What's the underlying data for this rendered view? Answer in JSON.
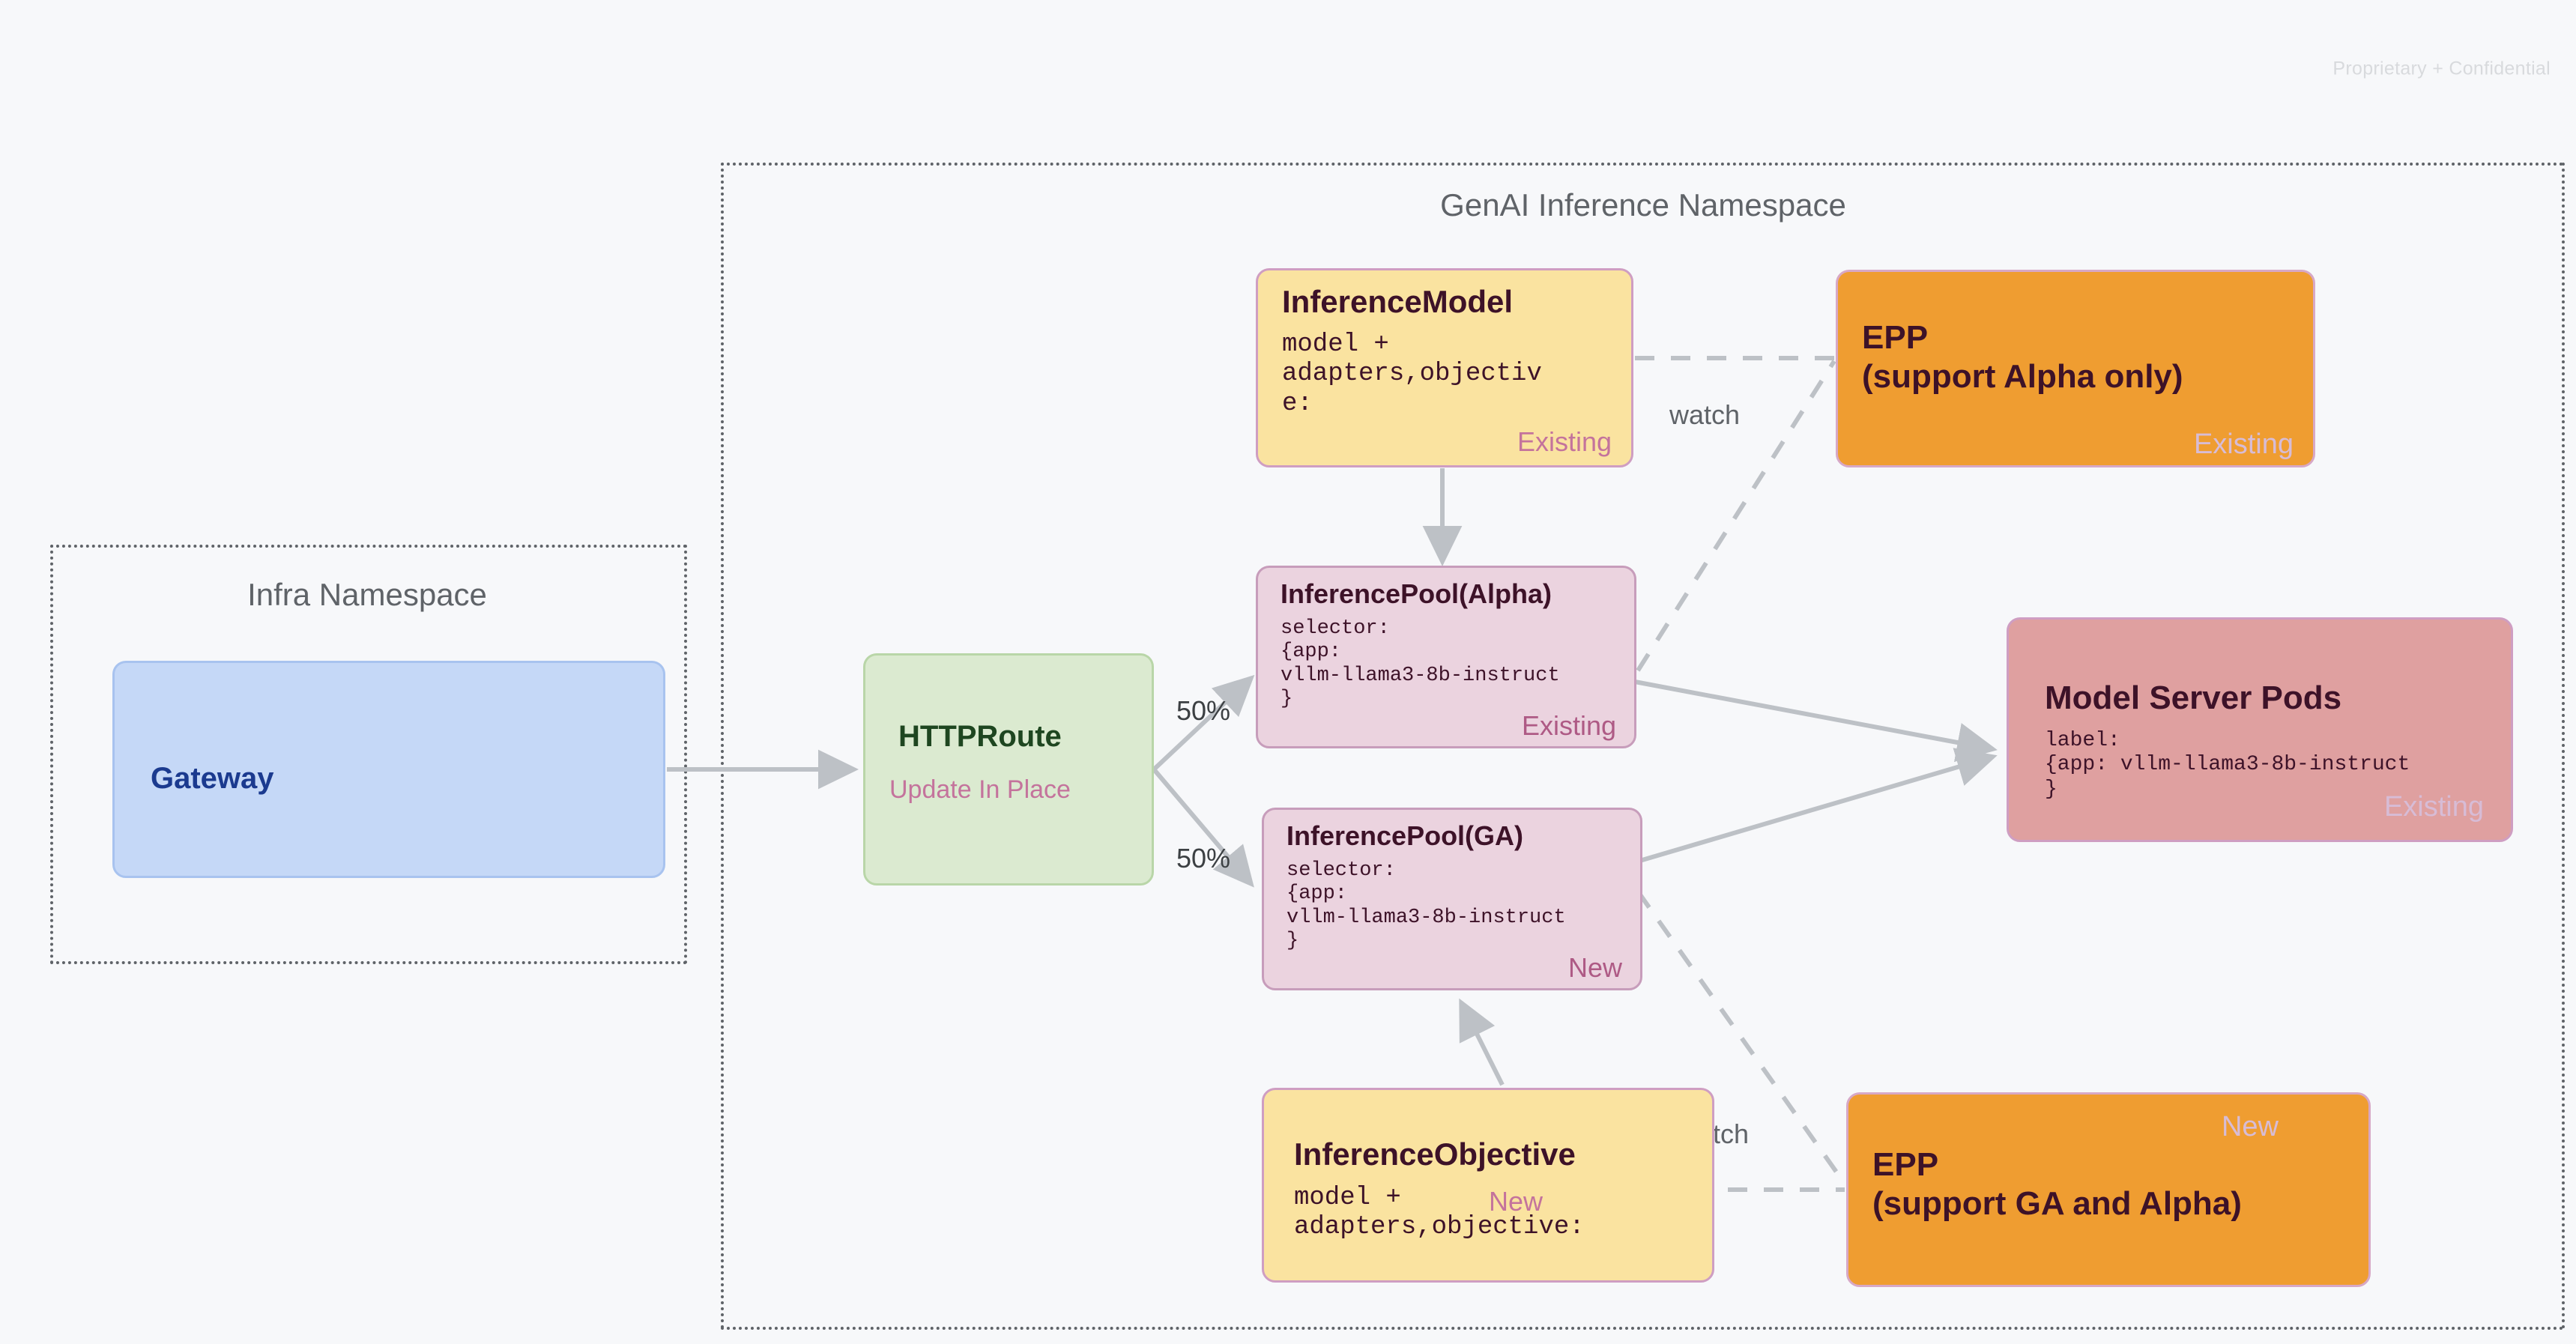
{
  "page": {
    "confidential_note": "Proprietary + Confidential",
    "background": "#f7f8fa"
  },
  "namespaces": [
    {
      "name": "infra",
      "title": "Infra Namespace"
    },
    {
      "name": "genai",
      "title": "GenAI Inference Namespace"
    }
  ],
  "nodes": {
    "gateway": {
      "title": "Gateway",
      "color": "#c5d8f7",
      "text_color": "#1b3a8f"
    },
    "httproute": {
      "title": "HTTPRoute",
      "badge": "Update In Place",
      "color": "#dbead0",
      "text_color": "#1e4620",
      "badge_color": "#c4739c"
    },
    "inference_model": {
      "title": "InferenceModel",
      "body": "model +\nadapters,objectiv\ne:",
      "badge": "Existing",
      "color": "#fae3a0"
    },
    "inference_pool_alpha": {
      "title": "InferencePool(Alpha)",
      "body": "selector:\n{app:\nvllm-llama3-8b-instruct\n}",
      "badge": "Existing",
      "color": "#ebd3df"
    },
    "inference_pool_ga": {
      "title": "InferencePool(GA)",
      "body": "selector:\n{app:\nvllm-llama3-8b-instruct\n}",
      "badge": "New",
      "color": "#ebd3df"
    },
    "inference_objective": {
      "title": "InferenceObjective",
      "body": "model +\nadapters,objective:",
      "badge": "New",
      "color": "#fae3a0"
    },
    "epp_alpha": {
      "title": "EPP\n(support Alpha only)",
      "badge": "Existing",
      "color": "#ef9d31"
    },
    "epp_ga_alpha": {
      "title": "EPP\n(support GA and Alpha)",
      "badge": "New",
      "color": "#ef9d31"
    },
    "model_server_pods": {
      "title": "Model Server Pods",
      "body": "label:\n{app: vllm-llama3-8b-instruct\n}",
      "badge": "Existing",
      "color": "#dfa0a0"
    }
  },
  "edges": {
    "split_top_label": "50%",
    "split_bottom_label": "50%",
    "watch_top_label": "watch",
    "watch_bottom_label": "watch"
  }
}
